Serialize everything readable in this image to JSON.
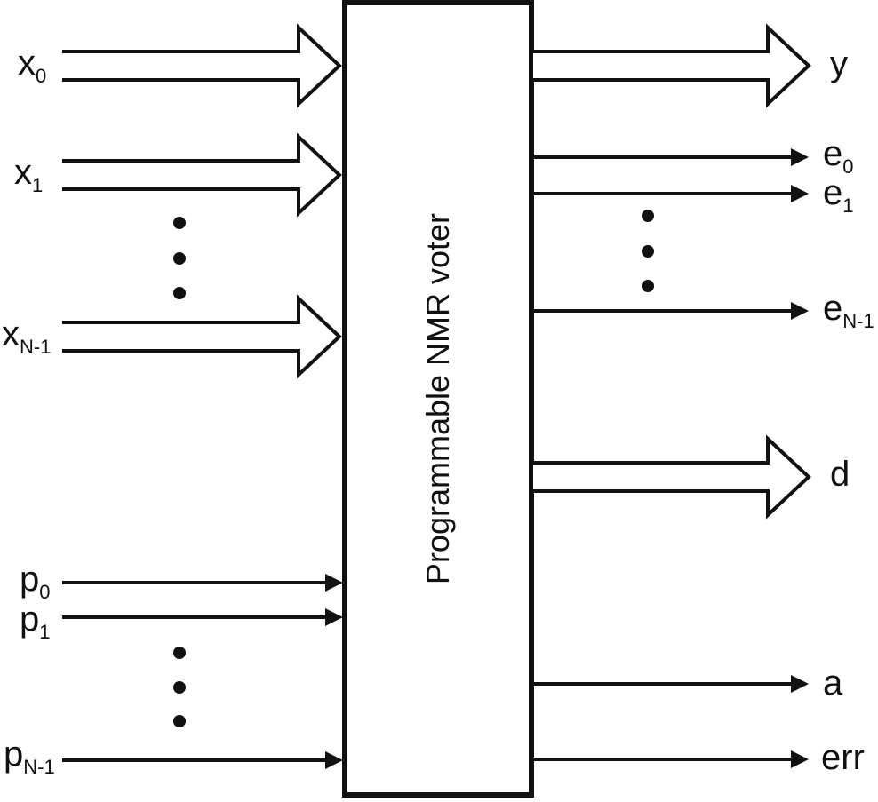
{
  "block": {
    "label": "Programmable NMR voter"
  },
  "inputs": {
    "x": [
      {
        "main": "x",
        "sub": "0"
      },
      {
        "main": "x",
        "sub": "1"
      },
      {
        "main": "x",
        "sub": "N-1"
      }
    ],
    "p": [
      {
        "main": "p",
        "sub": "0"
      },
      {
        "main": "p",
        "sub": "1"
      },
      {
        "main": "p",
        "sub": "N-1"
      }
    ]
  },
  "outputs": {
    "y": {
      "main": "y"
    },
    "e": [
      {
        "main": "e",
        "sub": "0"
      },
      {
        "main": "e",
        "sub": "1"
      },
      {
        "main": "e",
        "sub": "N-1"
      }
    ],
    "d": {
      "main": "d"
    },
    "a": {
      "main": "a"
    },
    "err": {
      "main": "err"
    }
  },
  "colors": {
    "line": "#111111",
    "background": "#ffffff"
  }
}
